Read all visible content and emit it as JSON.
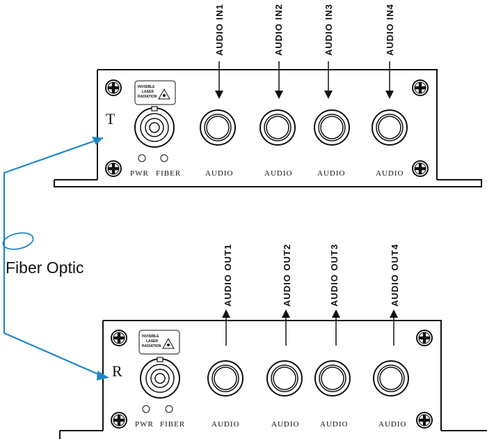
{
  "transmitter": {
    "letter": "T",
    "warning_lines": [
      "INVISIBLE",
      "LASER",
      "RADIATION"
    ],
    "pwr_label": "PWR",
    "fiber_label": "FIBER",
    "audio_label": "AUDIO",
    "inputs": [
      "AUDIO IN1",
      "AUDIO IN2",
      "AUDIO IN3",
      "AUDIO IN4"
    ]
  },
  "receiver": {
    "letter": "R",
    "warning_lines": [
      "INVISIBLE",
      "LASER",
      "RADIATION"
    ],
    "pwr_label": "PWR",
    "fiber_label": "FIBER",
    "audio_label": "AUDIO",
    "outputs": [
      "AUDIO OUT1",
      "AUDIO OUT2",
      "AUDIO OUT3",
      "AUDIO OUT4"
    ]
  },
  "fiber_optic_label": "Fiber Optic",
  "colors": {
    "fiber_line": "#1f86c6",
    "outline": "#111111"
  }
}
